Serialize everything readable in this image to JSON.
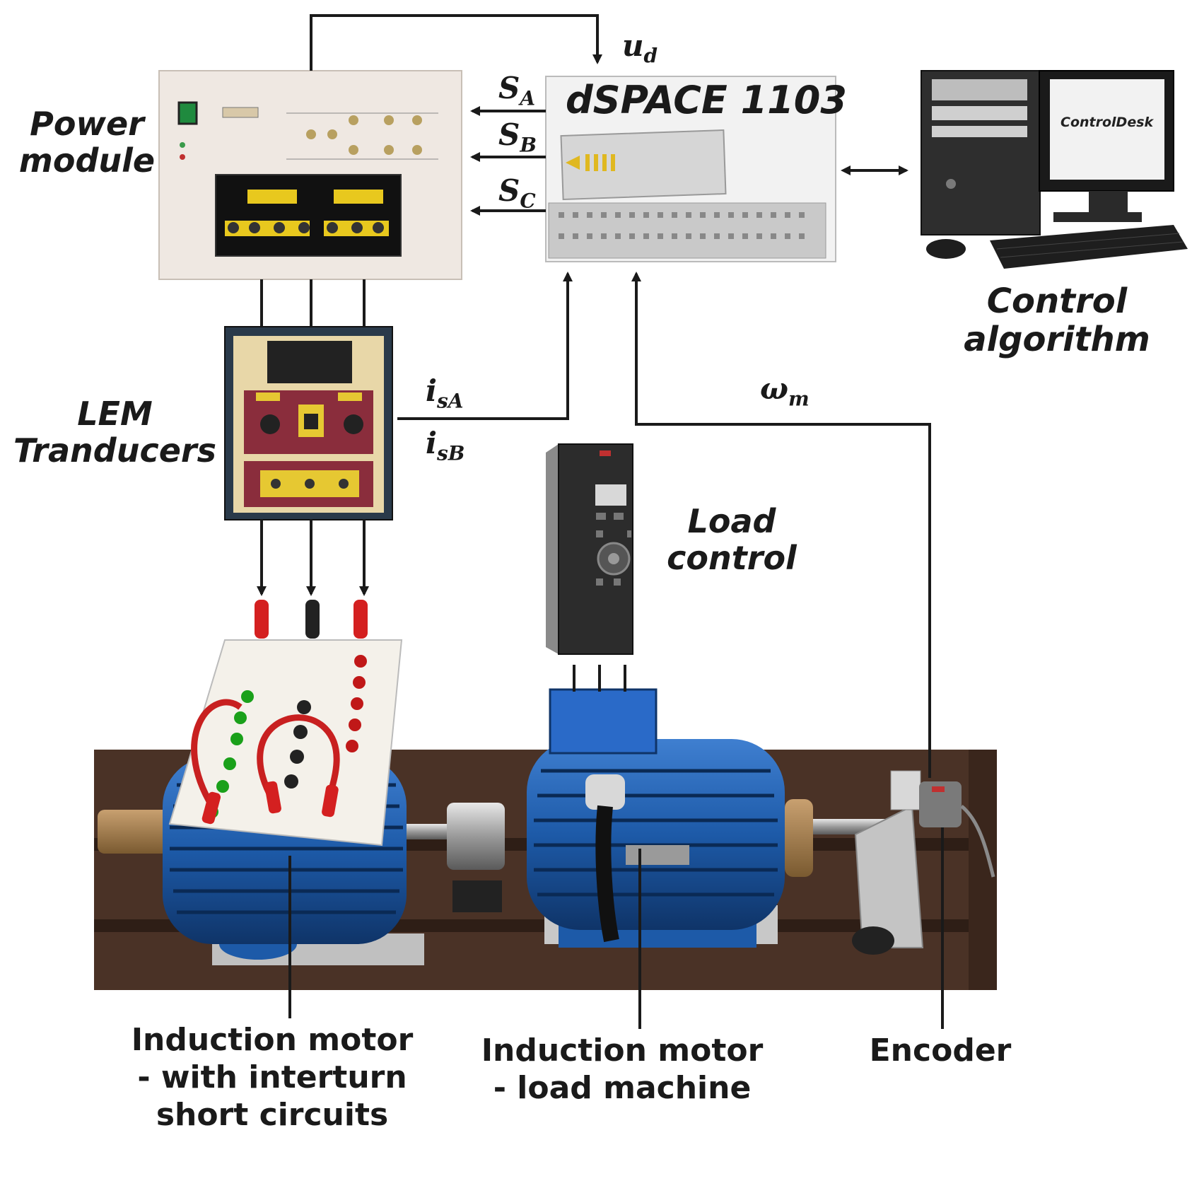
{
  "labels": {
    "power_module": [
      "Power",
      "module"
    ],
    "dspace": "dSPACE 1103",
    "control_algorithm": [
      "Control",
      "algorithm"
    ],
    "lem_transducers": [
      "LEM",
      "Tranducers"
    ],
    "load_control": [
      "Load",
      "control"
    ],
    "controldesk": "ControlDesk",
    "motor_fault": [
      "Induction motor",
      "- with interturn",
      "short circuits"
    ],
    "motor_load": [
      "Induction motor",
      "- load machine"
    ],
    "encoder": "Encoder"
  },
  "signals": {
    "ud": {
      "base": "u",
      "sub": "d"
    },
    "sa": {
      "base": "S",
      "sub": "A"
    },
    "sb": {
      "base": "S",
      "sub": "B"
    },
    "sc": {
      "base": "S",
      "sub": "C"
    },
    "isa": {
      "base": "i",
      "sub": "sA"
    },
    "isb": {
      "base": "i",
      "sub": "sB"
    },
    "wm": {
      "base": "ω",
      "sub": "m"
    }
  },
  "colors": {
    "line": "#1a1a1a",
    "motor_blue": "#1d5aa8",
    "base_plate": "#4a3226",
    "panel": "#efe8e2",
    "lem_red": "#8a2d3c",
    "lem_yellow": "#e6c832"
  }
}
